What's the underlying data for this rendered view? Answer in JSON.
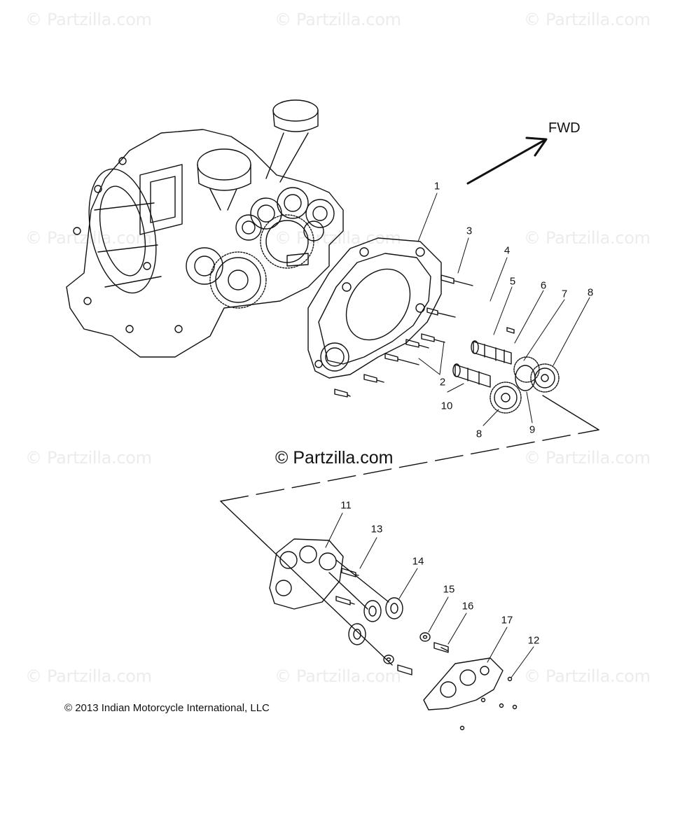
{
  "watermarks": [
    {
      "text": "© Partzilla.com"
    },
    {
      "text": "© Partzilla.com"
    },
    {
      "text": "© Partzilla.com"
    },
    {
      "text": "© Partzilla.com"
    },
    {
      "text": "© Partzilla.com"
    },
    {
      "text": "© Partzilla.com"
    },
    {
      "text": "© Partzilla.com"
    },
    {
      "text": "© Partzilla.com"
    },
    {
      "text": "© Partzilla.com"
    },
    {
      "text": "© Partzilla.com"
    },
    {
      "text": "© Partzilla.com"
    }
  ],
  "center_watermark": "© Partzilla.com",
  "copyright": "© 2013 Indian Motorcycle International, LLC",
  "direction_label": "FWD",
  "callouts": {
    "c1": "1",
    "c2": "2",
    "c3": "3",
    "c4": "4",
    "c5": "5",
    "c6": "6",
    "c7": "7",
    "c8a": "8",
    "c8b": "8",
    "c9": "9",
    "c10": "10",
    "c11": "11",
    "c12": "12",
    "c13": "13",
    "c14": "14",
    "c15": "15",
    "c16": "16",
    "c17": "17"
  },
  "colors": {
    "line": "#111111",
    "watermark": "#ececec"
  }
}
